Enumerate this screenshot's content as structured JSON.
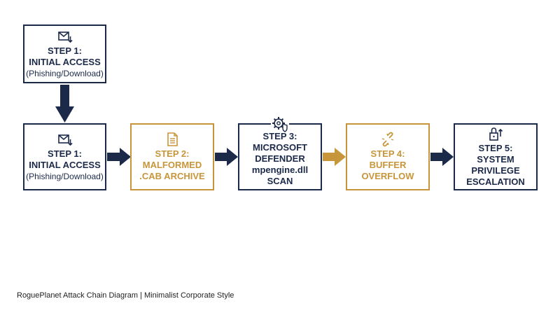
{
  "colors": {
    "navy": "#1c2a4a",
    "gold": "#c8963a"
  },
  "steps": {
    "top": {
      "icon": "mail-download-icon",
      "line1": "STEP 1:",
      "line2": "INITIAL ACCESS",
      "sub": "(Phishing/Download)"
    },
    "s1": {
      "icon": "mail-download-icon",
      "line1": "STEP 1:",
      "line2": "INITIAL ACCESS",
      "sub": "(Phishing/Download)"
    },
    "s2": {
      "icon": "document-icon",
      "line1": "STEP 2:",
      "line2": "MALFORMED",
      "line3": ".CAB ARCHIVE"
    },
    "s3": {
      "icon": "gear-shield-icon",
      "line1": "STEP 3:",
      "line2": "MICROSOFT",
      "line3": "DEFENDER",
      "line4": "mpengine.dll",
      "line5": "SCAN"
    },
    "s4": {
      "icon": "broken-link-icon",
      "line1": "STEP 4:",
      "line2": "BUFFER",
      "line3": "OVERFLOW"
    },
    "s5": {
      "icon": "unlock-arrow-icon",
      "line1": "STEP 5:",
      "line2": "SYSTEM",
      "line3": "PRIVILEGE",
      "line4": "ESCALATION"
    }
  },
  "caption": "RoguePlanet Attack Chain Diagram | Minimalist Corporate Style"
}
